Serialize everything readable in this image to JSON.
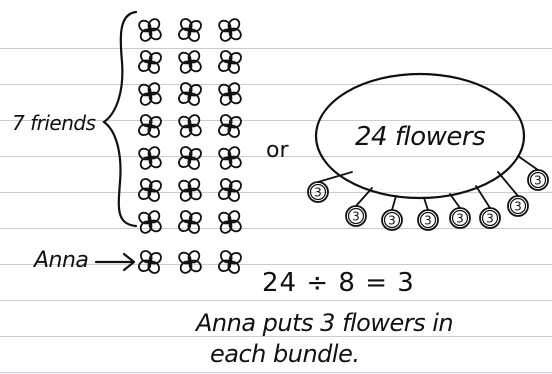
{
  "labels": {
    "friends": "7 friends",
    "or": "or",
    "anna": "Anna",
    "bubble": "24 flowers",
    "equation": "24 ÷ 8 = 3",
    "sentence_line1": "Anna puts 3 flowers in",
    "sentence_line2": "each bundle."
  },
  "flower_grid": {
    "rows": 8,
    "cols": 3
  },
  "bundle_tag": "3",
  "bundle_count": 8
}
